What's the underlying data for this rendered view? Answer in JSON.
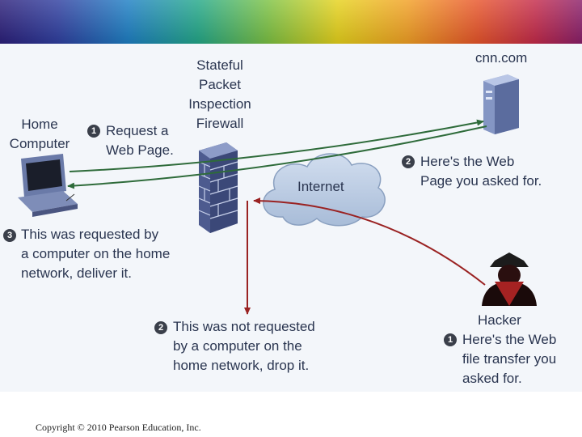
{
  "title_bar": {
    "colors": [
      "#2b1f7a",
      "#1d7fc4",
      "#7cc243",
      "#e6d21b",
      "#e8552a",
      "#8a1f6a"
    ]
  },
  "firewall": {
    "label_lines": [
      "Stateful",
      "Packet",
      "Inspection",
      "Firewall"
    ],
    "icon": "brick-wall-icon"
  },
  "home": {
    "label_lines": [
      "Home",
      "Computer"
    ],
    "icon": "desktop-computer-icon"
  },
  "server": {
    "label": "cnn.com",
    "icon": "server-icon"
  },
  "internet": {
    "label": "Internet",
    "icon": "cloud-icon"
  },
  "hacker": {
    "label": "Hacker",
    "icon": "hacker-silhouette-icon"
  },
  "steps": {
    "request": {
      "num": "1",
      "lines": [
        "Request a",
        "Web Page."
      ]
    },
    "web_reply": {
      "num": "2",
      "lines": [
        "Here's the Web",
        "Page you asked for."
      ]
    },
    "deliver": {
      "num": "3",
      "lines": [
        "This was requested by",
        "a computer on the home",
        "network, deliver it."
      ]
    },
    "drop": {
      "num": "2",
      "lines": [
        "This was not requested",
        "by a computer on the",
        "home network, drop it."
      ]
    },
    "hacker_msg": {
      "num": "1",
      "lines": [
        "Here's the Web",
        "file transfer you",
        "asked for."
      ]
    }
  },
  "colors": {
    "legit_arrow": "#2e6b3a",
    "hacker_arrow": "#9a2222",
    "text": "#2a3550"
  },
  "footer": {
    "copyright": "Copyright © 2010 Pearson Education, Inc."
  }
}
